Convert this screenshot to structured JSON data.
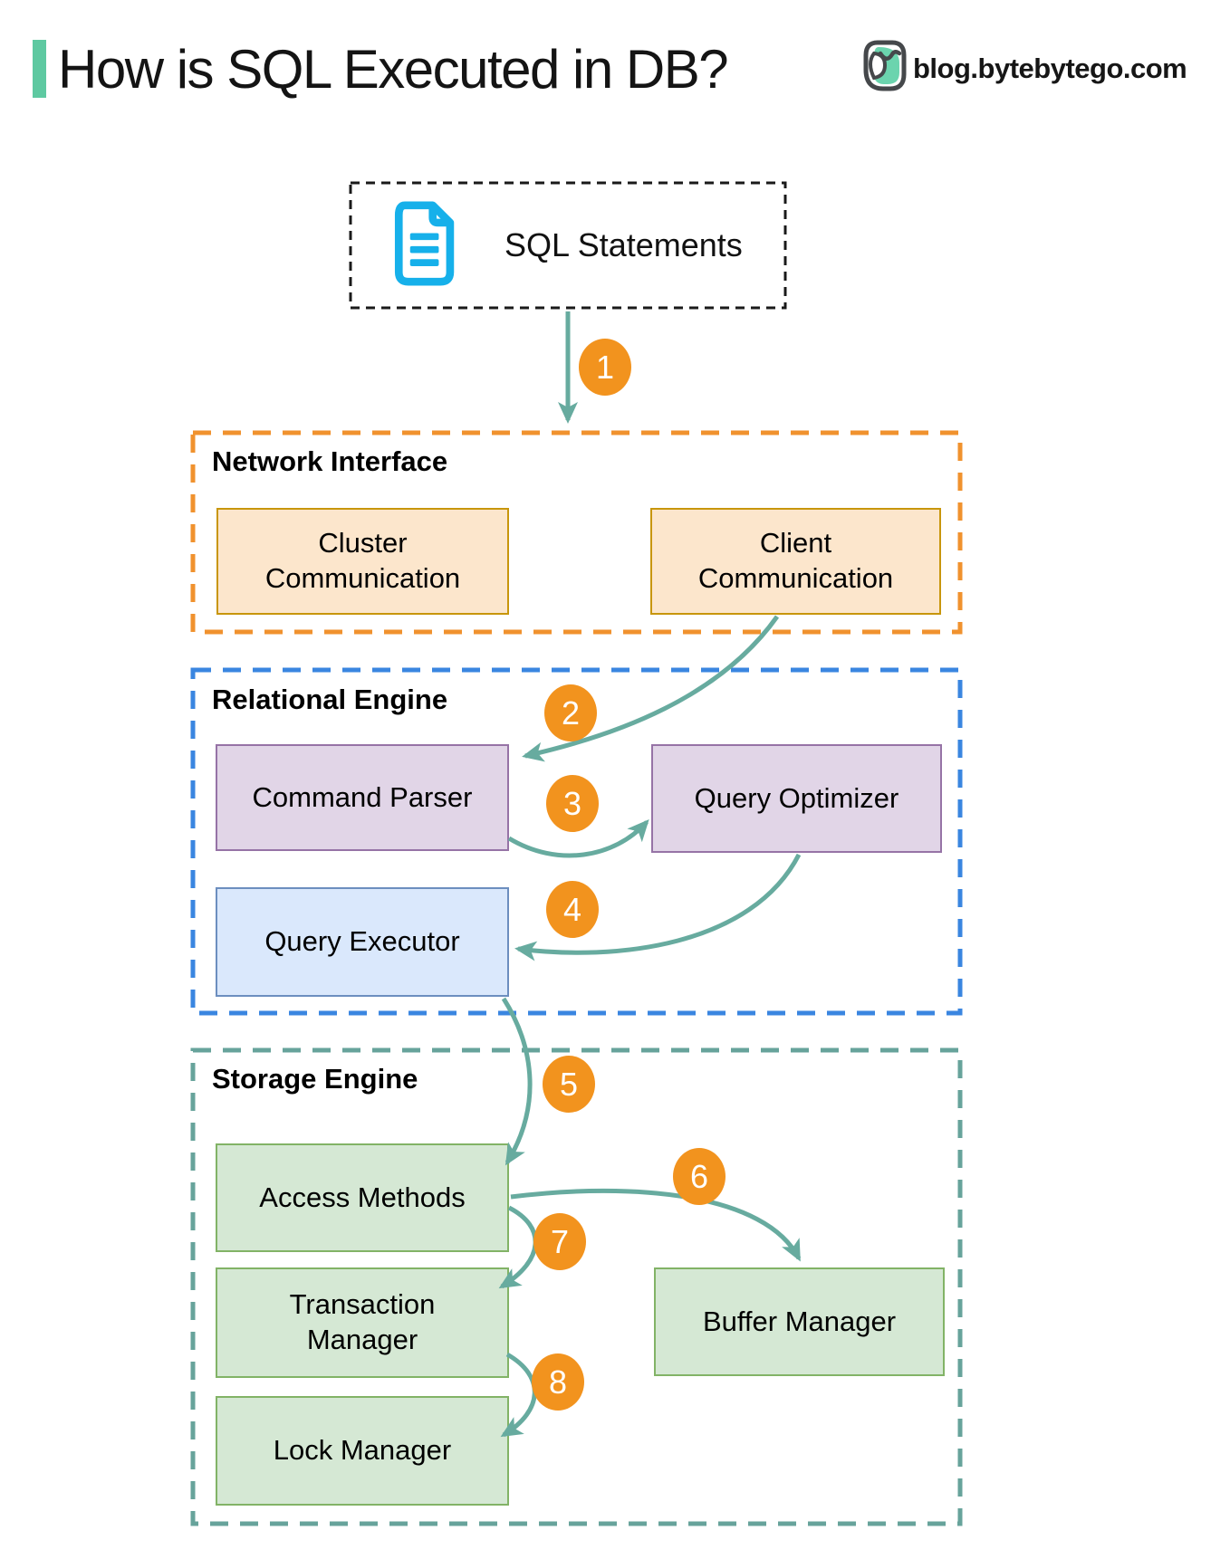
{
  "header": {
    "title": "How is SQL Executed in DB?",
    "accent_color": "#5EC9A1",
    "brand": {
      "text": "blog.bytebytego.com",
      "icon": "bytebytego-owl-logo"
    }
  },
  "source_box": {
    "label": "SQL Statements",
    "icon": "document-icon",
    "icon_color": "#16B0EA",
    "border_color": "#1A1A1A"
  },
  "sections": {
    "network": {
      "label": "Network Interface",
      "border_color": "#F0922E",
      "box_fill": "#FCE6CC",
      "box_border": "#C8960C",
      "boxes": {
        "cluster": {
          "label": "Cluster\nCommunication"
        },
        "client": {
          "label": "Client\nCommunication"
        }
      }
    },
    "relational": {
      "label": "Relational Engine",
      "border_color": "#3A86E0",
      "boxes": {
        "parser": {
          "label": "Command Parser",
          "fill": "#E1D5E7",
          "border": "#9673A6"
        },
        "optimizer": {
          "label": "Query Optimizer",
          "fill": "#E1D5E7",
          "border": "#9673A6"
        },
        "executor": {
          "label": "Query Executor",
          "fill": "#DAE8FC",
          "border": "#6C8EBF"
        }
      }
    },
    "storage": {
      "label": "Storage Engine",
      "border_color": "#67A39B",
      "box_fill": "#D5E8D4",
      "box_border": "#82B366",
      "boxes": {
        "access": {
          "label": "Access Methods"
        },
        "transaction": {
          "label": "Transaction\nManager"
        },
        "lock": {
          "label": "Lock Manager"
        },
        "buffer": {
          "label": "Buffer Manager"
        }
      }
    }
  },
  "steps": [
    "1",
    "2",
    "3",
    "4",
    "5",
    "6",
    "7",
    "8"
  ],
  "flow": {
    "arrow_color": "#67AB9F",
    "badge_color": "#F2931E",
    "edges": [
      {
        "step": "1",
        "from": "SQL Statements",
        "to": "Network Interface"
      },
      {
        "step": "2",
        "from": "Client Communication",
        "to": "Command Parser"
      },
      {
        "step": "3",
        "from": "Command Parser",
        "to": "Query Optimizer"
      },
      {
        "step": "4",
        "from": "Query Optimizer",
        "to": "Query Executor"
      },
      {
        "step": "5",
        "from": "Query Executor",
        "to": "Access Methods"
      },
      {
        "step": "6",
        "from": "Access Methods",
        "to": "Buffer Manager"
      },
      {
        "step": "7",
        "from": "Access Methods",
        "to": "Transaction Manager"
      },
      {
        "step": "8",
        "from": "Transaction Manager",
        "to": "Lock Manager"
      }
    ]
  }
}
